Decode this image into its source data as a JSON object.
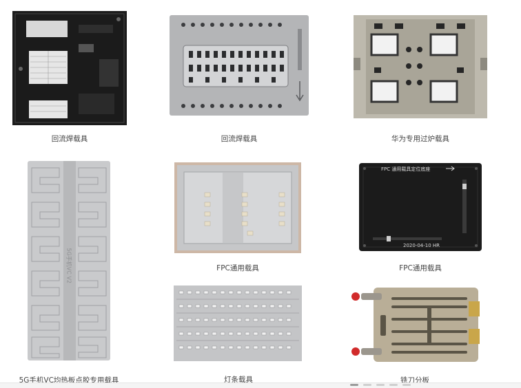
{
  "products": [
    {
      "caption": "回流焊载具",
      "image_icon": "reflow-carrier-black-image"
    },
    {
      "caption": "回流焊载具",
      "image_icon": "reflow-carrier-grey-image"
    },
    {
      "caption": "华为专用过炉载具",
      "image_icon": "huawei-furnace-carrier-image"
    },
    {
      "caption": "5G手机VC均热板点胶专用载具",
      "image_icon": "5g-vc-dispensing-carrier-image"
    },
    {
      "caption": "FPC通用载具",
      "image_icon": "fpc-carrier-aluminum-image"
    },
    {
      "caption": "FPC通用载具",
      "image_icon": "fpc-carrier-black-image"
    },
    {
      "caption": "灯条载具",
      "image_icon": "light-bar-carrier-image"
    },
    {
      "caption": "铣刀分板",
      "image_icon": "milling-depaneling-image"
    }
  ],
  "engravings": {
    "black_plate_label": "FPC 通用载具定位底座",
    "black_plate_date": "2020-04-10 HR",
    "vc_plate_label": "5G手机VC V2"
  },
  "colors": {
    "caption": "#444444",
    "black_plate": "#1b1b1b",
    "aluminum": "#c9cacc",
    "tan": "#b9ae97"
  }
}
